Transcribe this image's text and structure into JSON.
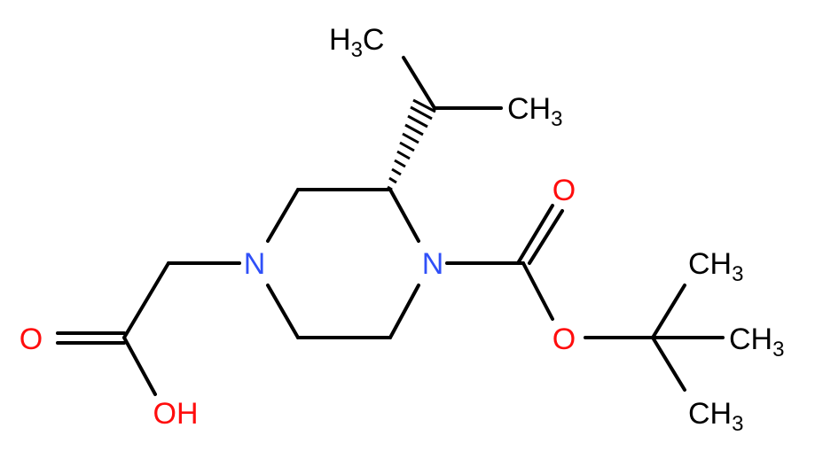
{
  "molecule": {
    "colors": {
      "bond": "#000000",
      "nitrogen": "#3050F8",
      "oxygen": "#FF0D0D",
      "carbon_label": "#000000"
    },
    "atoms": {
      "n1": {
        "text": "N"
      },
      "n4": {
        "text": "N"
      },
      "o_acid_carbonyl": {
        "text": "O"
      },
      "o_acid_hydroxyl": {
        "text": "OH"
      },
      "o_boc_carbonyl": {
        "text": "O"
      },
      "o_boc_ester": {
        "text": "O"
      },
      "ch3_isopropyl_top": {
        "main": "H",
        "sub": "3",
        "tail": "C"
      },
      "ch3_isopropyl_right": {
        "main": "CH",
        "sub": "3"
      },
      "ch3_tbu_top": {
        "main": "CH",
        "sub": "3"
      },
      "ch3_tbu_mid": {
        "main": "CH",
        "sub": "3"
      },
      "ch3_tbu_bottom": {
        "main": "CH",
        "sub": "3"
      }
    }
  }
}
